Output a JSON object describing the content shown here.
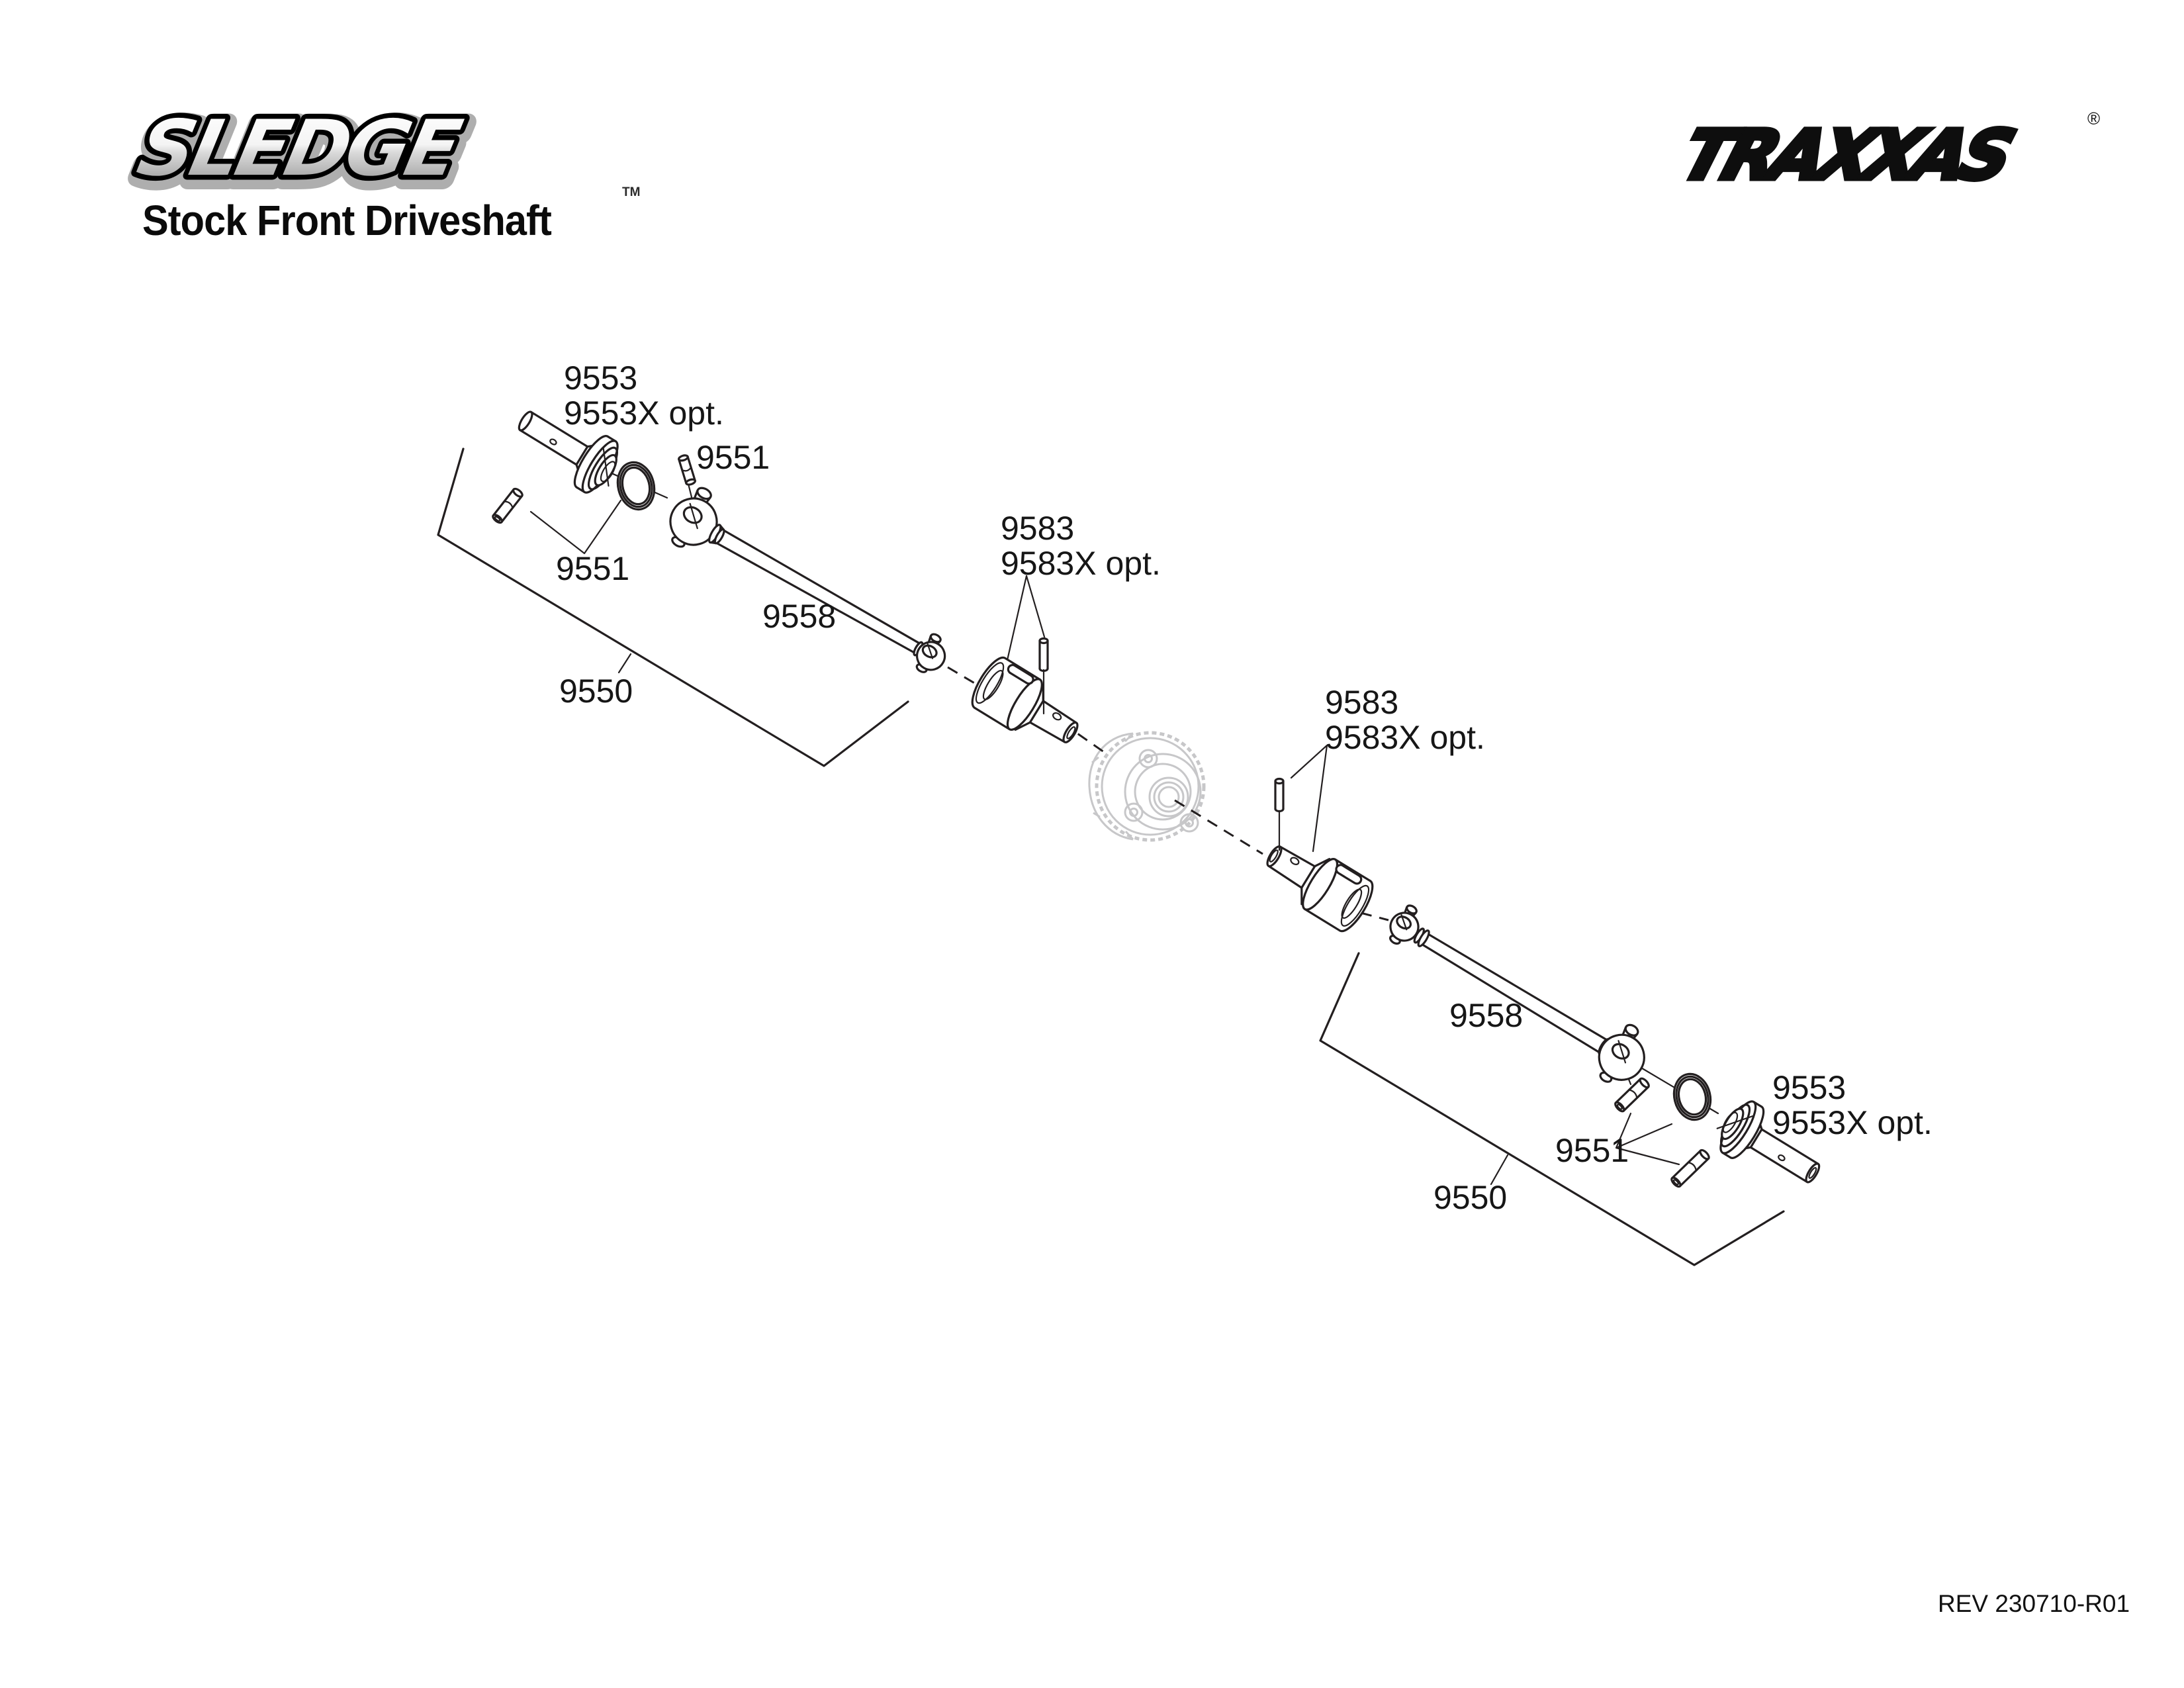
{
  "header": {
    "product_logo": "SLEDGE",
    "product_logo_tm": "TM",
    "title": "Stock Front Driveshaft",
    "brand_logo": "TRAXXAS",
    "brand_logo_reg": "®"
  },
  "footer": {
    "revision": "REV 230710-R01"
  },
  "diagram": {
    "labels": {
      "left_stub_axle": {
        "line1": "9553",
        "line2": "9553X opt."
      },
      "left_pin_upper": "9551",
      "left_pin_lower": "9551",
      "left_driveshaft": "9558",
      "left_assembly": "9550",
      "left_drive_cup": {
        "line1": "9583",
        "line2": "9583X opt."
      },
      "right_drive_cup": {
        "line1": "9583",
        "line2": "9583X opt."
      },
      "right_driveshaft": "9558",
      "right_pins": "9551",
      "right_stub_axle": {
        "line1": "9553",
        "line2": "9553X opt."
      },
      "right_assembly": "9550"
    },
    "colors": {
      "line": "#231f20",
      "ghost": "#c7c7c9",
      "label": "#161616"
    }
  }
}
